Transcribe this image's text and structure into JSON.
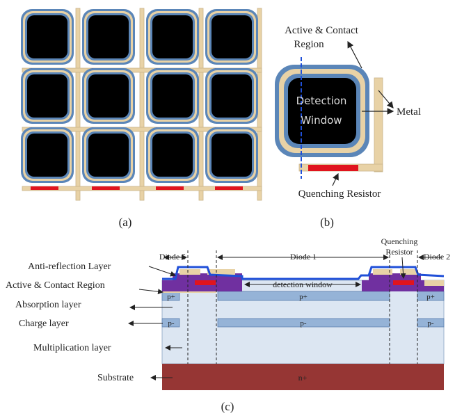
{
  "panels": {
    "a_caption": "(a)",
    "b_caption": "(b)",
    "c_caption": "(c)"
  },
  "panel_b": {
    "active_contact": "Active & Contact",
    "region": "Region",
    "detection": "Detection",
    "window": "Window",
    "metal": "Metal",
    "quenching_resistor": "Quenching Resistor"
  },
  "panel_c": {
    "diode5": "Diode 5",
    "diode1": "Diode 1",
    "diode2": "Diode 2",
    "quenching": "Quenching",
    "resistor": "Resistor",
    "detection_window": "detection window",
    "anti_reflection": "Anti-reflection Layer",
    "active_contact_region": "Active & Contact Region",
    "absorption": "Absorption layer",
    "charge": "Charge layer",
    "multiplication": "Multiplication layer",
    "substrate": "Substrate",
    "p_plus": "p+",
    "p_minus": "p-",
    "n_plus": "n+"
  },
  "colors": {
    "cell_fill": "#000000",
    "ring_blue": "#5b86b8",
    "ring_tan": "#e8d2a6",
    "metal": "#e8d2a6",
    "resistor": "#e0141e",
    "absorption": "#dce6f2",
    "doped": "#95b3d7",
    "purple": "#7030a0",
    "substrate": "#963634",
    "arc_blue": "#1f4fd8",
    "quench_text": "#e0141e"
  }
}
